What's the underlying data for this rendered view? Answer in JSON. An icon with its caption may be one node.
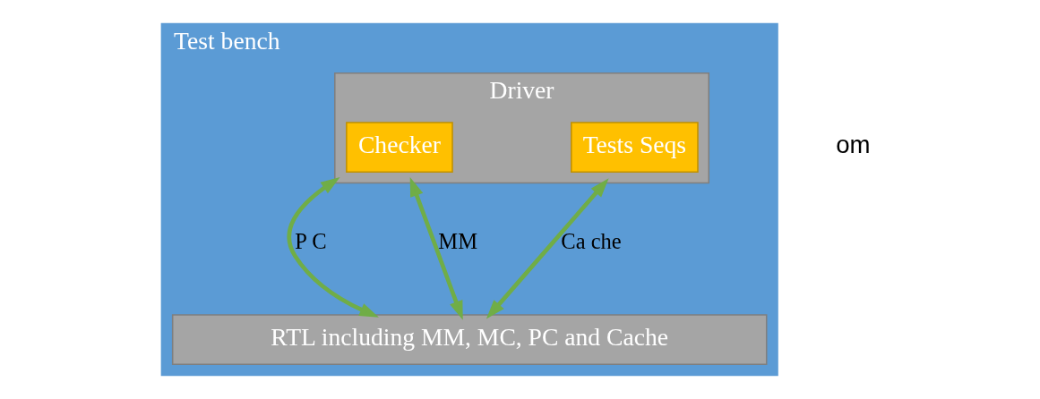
{
  "diagram": {
    "nodes": [
      {
        "text": [
          "Test bench"
        ]
      },
      {
        "text": [
          "Driver"
        ],
        "in": 0
      },
      {
        "text": [
          "Checker"
        ],
        "in": 1
      },
      {
        "text": [
          "Tests Seqs"
        ],
        "in": 1
      },
      {
        "text": [
          "RTL including MM, MC, PC and Cache"
        ],
        "in": 0
      }
    ],
    "edges": [
      {
        "from": 1,
        "to": 4,
        "arrow": "both",
        "label": "P C"
      },
      {
        "from": 1,
        "to": 4,
        "arrow": "both",
        "label": "MM"
      },
      {
        "from": 1,
        "to": 4,
        "arrow": "both",
        "label": "Ca che"
      }
    ],
    "labels": [
      "om"
    ]
  }
}
